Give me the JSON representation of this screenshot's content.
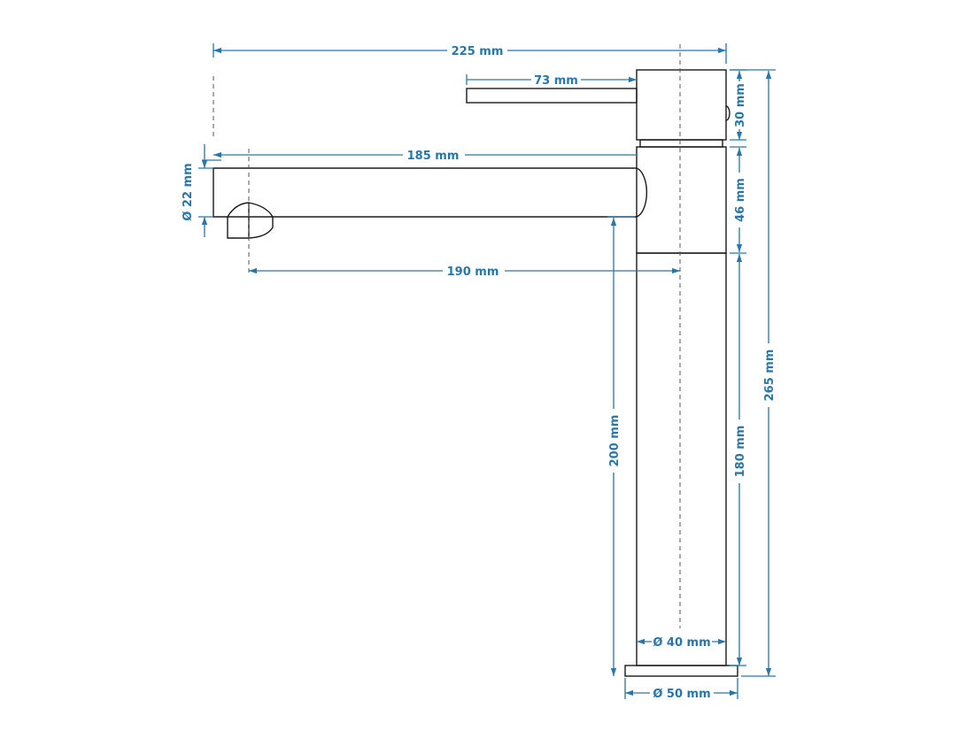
{
  "colors": {
    "dimension": "#2777ac",
    "outline": "#1a1a1a",
    "centerline": "#555555",
    "background": "#ffffff"
  },
  "dimensions": {
    "overall_width": "225 mm",
    "lever_length": "73 mm",
    "lever_height": "30 mm",
    "spout_length": "185 mm",
    "spout_diameter": "Ø 22 mm",
    "collar_height": "46 mm",
    "total_height": "265 mm",
    "spout_reach": "190 mm",
    "outlet_height": "200 mm",
    "body_height": "180 mm",
    "body_diameter": "Ø 40 mm",
    "base_diameter": "Ø 50 mm"
  }
}
